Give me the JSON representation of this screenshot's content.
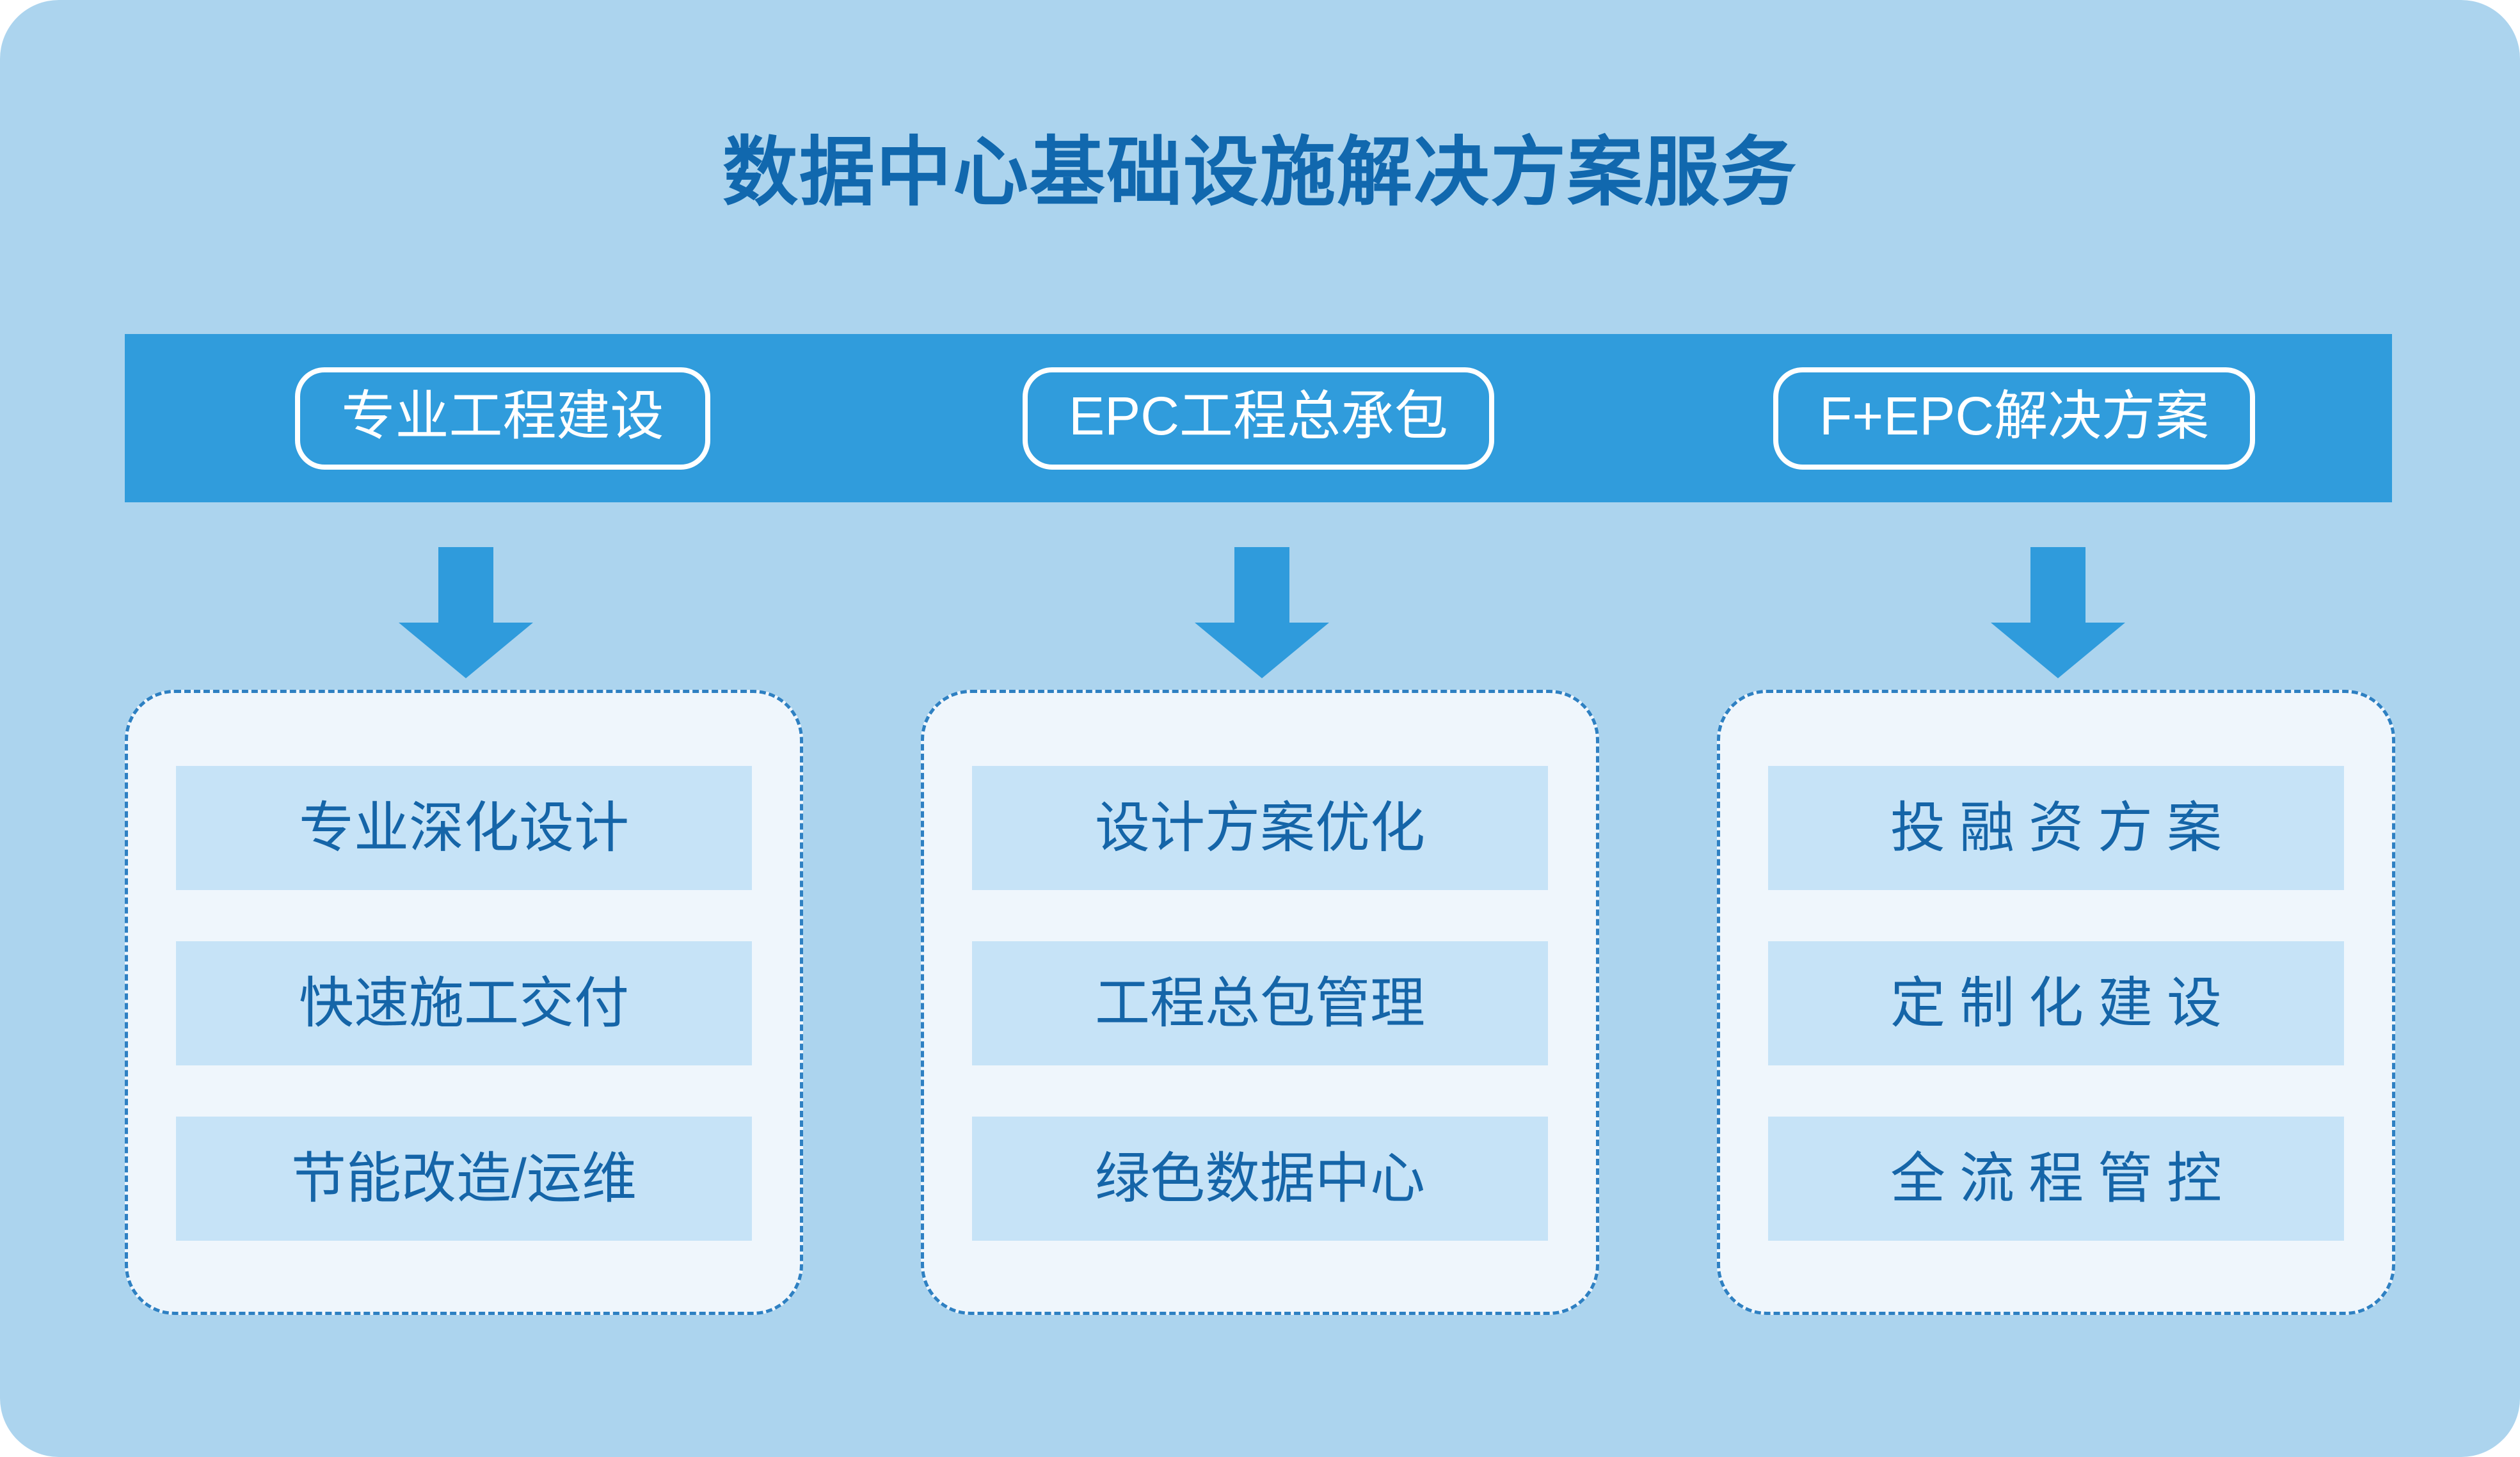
{
  "page": {
    "title": "数据中心基础设施解决方案服务",
    "background_color": "#ACD4EE",
    "accent_color": "#309CDC",
    "title_color": "#1168AE",
    "card_fill_color": "#EFF6FC",
    "item_fill_color": "#C6E3F7",
    "item_text_color": "#1565A8",
    "dashed_border_color": "#2E80C2"
  },
  "category_bar": {
    "pills": [
      {
        "label": "专业工程建设"
      },
      {
        "label": "EPC工程总承包"
      },
      {
        "label": "F+EPC解决方案"
      }
    ]
  },
  "arrows": [
    {
      "name": "down-arrow-1"
    },
    {
      "name": "down-arrow-2"
    },
    {
      "name": "down-arrow-3"
    }
  ],
  "columns": [
    {
      "heading_ref": "专业工程建设",
      "items": [
        "专业深化设计",
        "快速施工交付",
        "节能改造/运维"
      ]
    },
    {
      "heading_ref": "EPC工程总承包",
      "items": [
        "设计方案优化",
        "工程总包管理",
        "绿色数据中心"
      ]
    },
    {
      "heading_ref": "F+EPC解决方案",
      "items": [
        "投融资方案",
        "定制化建设",
        "全流程管控"
      ]
    }
  ]
}
